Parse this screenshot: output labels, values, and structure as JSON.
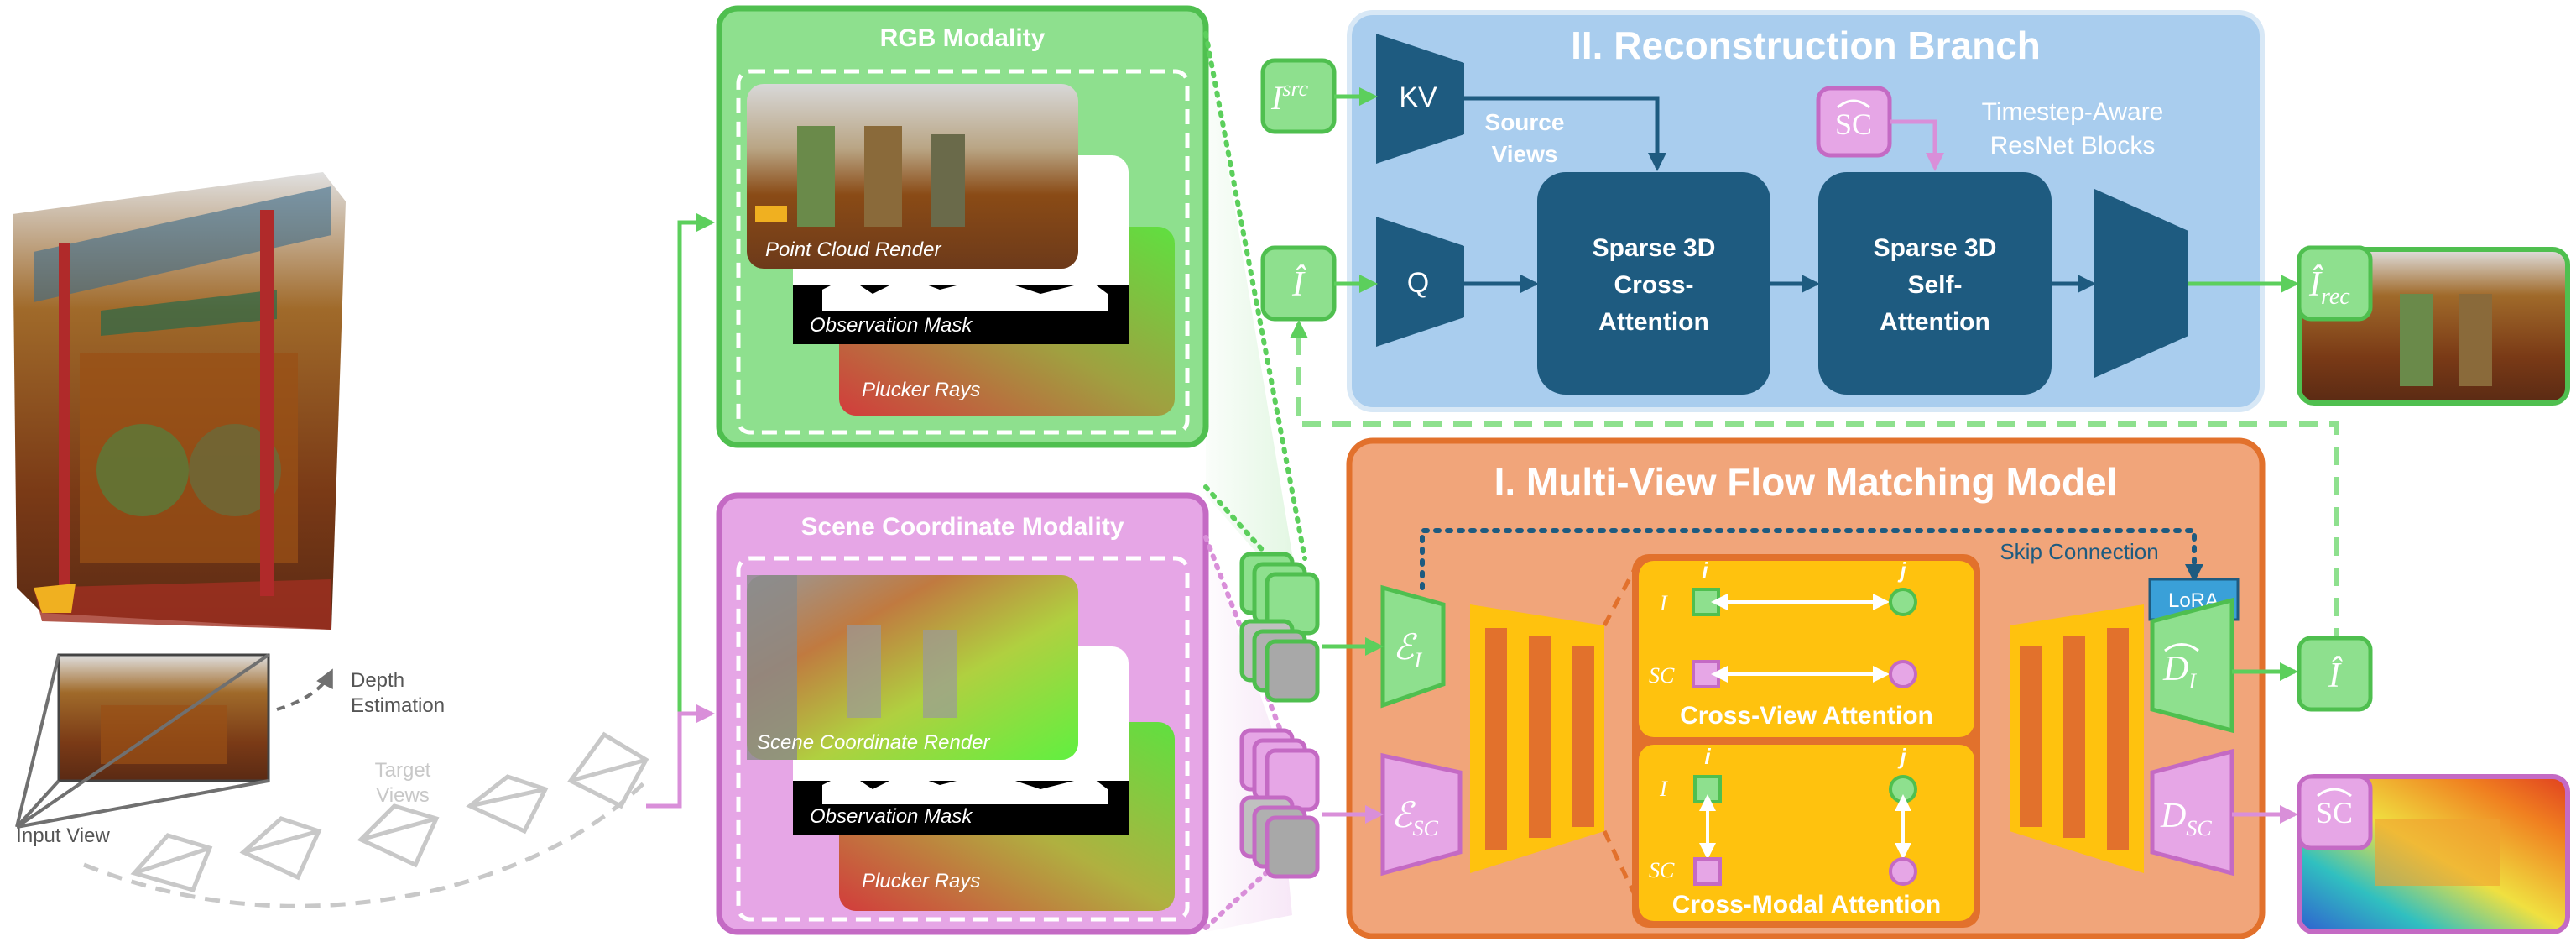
{
  "colors": {
    "green": "#5ccf5c",
    "green_fill": "#8ee08e",
    "green_dark": "#3cb93c",
    "pink": "#d98fd9",
    "pink_fill": "#e6a6e6",
    "pink_dark": "#c46ac4",
    "blue_panel": "#a9cdee",
    "blue_dark": "#1e5b80",
    "orange_panel": "#f1a57a",
    "orange_dark": "#e2712c",
    "yellow": "#ffc20e",
    "lora": "#3aa0d8"
  },
  "left": {
    "input_view": "Input\nView",
    "depth_estimation": "Depth\nEstimation",
    "target_views": "Target\nViews"
  },
  "rgb_modality": {
    "title": "RGB Modality",
    "point_cloud_render": "Point Cloud Render",
    "observation_mask": "Observation Mask",
    "plucker_rays": "Plucker Rays"
  },
  "sc_modality": {
    "title": "Scene Coordinate Modality",
    "scene_coordinate_render": "Scene Coordinate Render",
    "observation_mask": "Observation Mask",
    "plucker_rays": "Plucker Rays"
  },
  "reconstruction": {
    "title": "II. Reconstruction Branch",
    "i_src": "I",
    "i_src_sup": "src",
    "i_hat": "Î",
    "kv": "KV",
    "q": "Q",
    "source_views": "Source\nViews",
    "sc_hat": "SC",
    "timestep_aware": "Timestep-Aware\nResNet Blocks",
    "cross_attention": "Sparse 3D\nCross-\nAttention",
    "self_attention": "Sparse 3D\nSelf-\nAttention",
    "i_rec": "Î",
    "i_rec_sub": "rec"
  },
  "flow": {
    "title": "I. Multi-View Flow Matching Model",
    "skip_connection": "Skip Connection",
    "encoder_i": "ℰ",
    "encoder_i_sub": "I",
    "encoder_sc": "ℰ",
    "encoder_sc_sub": "SC",
    "decoder_i": "D",
    "decoder_i_sub": "I",
    "decoder_sc": "D",
    "decoder_sc_sub": "SC",
    "lora": "LoRA",
    "cross_view": "Cross-View Attention",
    "cross_modal": "Cross-Modal Attention",
    "label_i": "I",
    "label_sc": "SC",
    "idx_i": "i",
    "idx_j": "j",
    "out_i": "Î",
    "out_sc": "SC"
  }
}
